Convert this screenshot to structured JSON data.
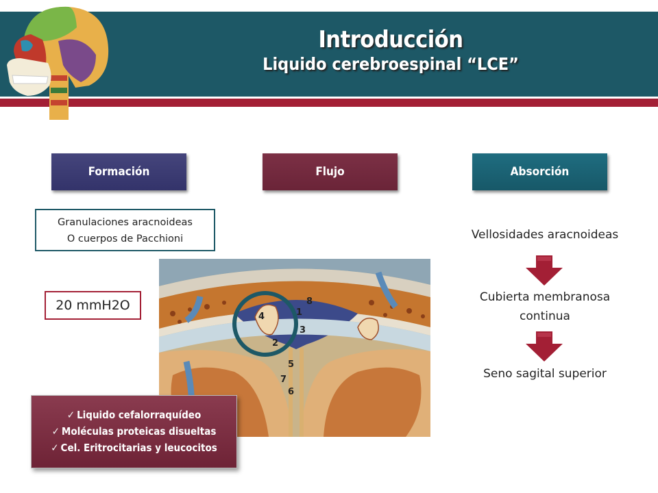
{
  "header": {
    "title": "Introducción",
    "subtitle": "Liquido cerebroespinal “LCE”"
  },
  "sections": {
    "formacion": "Formación",
    "flujo": "Flujo",
    "absorcion": "Absorción"
  },
  "formacion": {
    "box_line1": "Granulaciones aracnoideas",
    "box_line2": "O cuerpos de Pacchioni",
    "pressure": "20 mmH2O"
  },
  "absorcion": {
    "step1": "Vellosidades aracnoideas",
    "step2_line1": "Cubierta membranosa",
    "step2_line2": "continua",
    "step3": "Seno sagital superior"
  },
  "components": {
    "items": [
      "Liquido cefalorraquídeo",
      "Moléculas proteicas disueltas",
      "Cel. Eritrocitarias y leucocitos"
    ]
  },
  "illustration": {
    "labels": [
      "8",
      "1",
      "4",
      "3",
      "2",
      "5",
      "7",
      "6"
    ]
  },
  "colors": {
    "banner": "#1d5866",
    "stripe": "#a31f35",
    "formacion": "#3a3a72",
    "flujo": "#722a3e",
    "absorcion": "#1a6374",
    "arrow": "#a31f35"
  }
}
